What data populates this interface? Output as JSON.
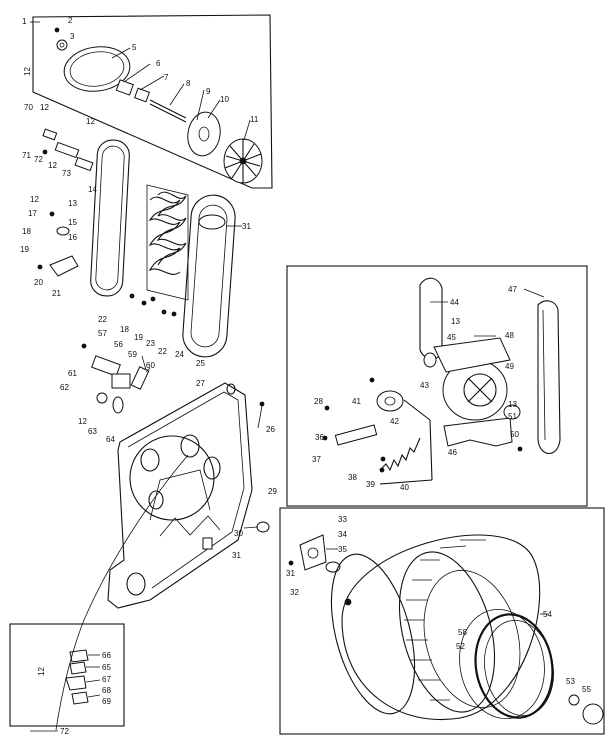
{
  "callouts": [
    {
      "id": "1",
      "text": "1"
    },
    {
      "id": "2",
      "text": "2"
    },
    {
      "id": "3",
      "text": "3"
    },
    {
      "id": "5",
      "text": "5"
    },
    {
      "id": "6",
      "text": "6"
    },
    {
      "id": "7",
      "text": "7"
    },
    {
      "id": "8",
      "text": "8"
    },
    {
      "id": "9",
      "text": "9"
    },
    {
      "id": "10",
      "text": "10"
    },
    {
      "id": "11",
      "text": "11"
    },
    {
      "id": "12a",
      "text": "12"
    },
    {
      "id": "70",
      "text": "70"
    },
    {
      "id": "12b",
      "text": "12"
    },
    {
      "id": "12c",
      "text": "12"
    },
    {
      "id": "71",
      "text": "71"
    },
    {
      "id": "72",
      "text": "72"
    },
    {
      "id": "12d",
      "text": "12"
    },
    {
      "id": "73",
      "text": "73"
    },
    {
      "id": "14",
      "text": "14"
    },
    {
      "id": "12e",
      "text": "12"
    },
    {
      "id": "13",
      "text": "13"
    },
    {
      "id": "17",
      "text": "17"
    },
    {
      "id": "15",
      "text": "15"
    },
    {
      "id": "18",
      "text": "18"
    },
    {
      "id": "16",
      "text": "16"
    },
    {
      "id": "19",
      "text": "19"
    },
    {
      "id": "20",
      "text": "20"
    },
    {
      "id": "21",
      "text": "21"
    },
    {
      "id": "31a",
      "text": "31"
    },
    {
      "id": "22a",
      "text": "22"
    },
    {
      "id": "18b",
      "text": "18"
    },
    {
      "id": "19b",
      "text": "19"
    },
    {
      "id": "22b",
      "text": "22"
    },
    {
      "id": "23",
      "text": "23"
    },
    {
      "id": "24",
      "text": "24"
    },
    {
      "id": "25",
      "text": "25"
    },
    {
      "id": "57",
      "text": "57"
    },
    {
      "id": "56",
      "text": "56"
    },
    {
      "id": "59",
      "text": "59"
    },
    {
      "id": "61",
      "text": "61"
    },
    {
      "id": "60",
      "text": "60"
    },
    {
      "id": "62",
      "text": "62"
    },
    {
      "id": "12f",
      "text": "12"
    },
    {
      "id": "63",
      "text": "63"
    },
    {
      "id": "64",
      "text": "64"
    },
    {
      "id": "27",
      "text": "27"
    },
    {
      "id": "26",
      "text": "26"
    },
    {
      "id": "30",
      "text": "30"
    },
    {
      "id": "31b",
      "text": "31"
    },
    {
      "id": "44",
      "text": "44"
    },
    {
      "id": "13b",
      "text": "13"
    },
    {
      "id": "45",
      "text": "45"
    },
    {
      "id": "48",
      "text": "48"
    },
    {
      "id": "47",
      "text": "47"
    },
    {
      "id": "49",
      "text": "49"
    },
    {
      "id": "41",
      "text": "41"
    },
    {
      "id": "43",
      "text": "43"
    },
    {
      "id": "28",
      "text": "28"
    },
    {
      "id": "42",
      "text": "42"
    },
    {
      "id": "36",
      "text": "36"
    },
    {
      "id": "13c",
      "text": "13"
    },
    {
      "id": "51",
      "text": "51"
    },
    {
      "id": "50",
      "text": "50"
    },
    {
      "id": "46",
      "text": "46"
    },
    {
      "id": "37",
      "text": "37"
    },
    {
      "id": "38",
      "text": "38"
    },
    {
      "id": "39",
      "text": "39"
    },
    {
      "id": "40",
      "text": "40"
    },
    {
      "id": "29",
      "text": "29"
    },
    {
      "id": "33",
      "text": "33"
    },
    {
      "id": "34",
      "text": "34"
    },
    {
      "id": "35",
      "text": "35"
    },
    {
      "id": "31c",
      "text": "31"
    },
    {
      "id": "32",
      "text": "32"
    },
    {
      "id": "54",
      "text": "54"
    },
    {
      "id": "58",
      "text": "58"
    },
    {
      "id": "52",
      "text": "52"
    },
    {
      "id": "53",
      "text": "53"
    },
    {
      "id": "55",
      "text": "55"
    },
    {
      "id": "66",
      "text": "66"
    },
    {
      "id": "65",
      "text": "65"
    },
    {
      "id": "12g",
      "text": "12"
    },
    {
      "id": "67",
      "text": "67"
    },
    {
      "id": "68",
      "text": "68"
    },
    {
      "id": "69",
      "text": "69"
    },
    {
      "id": "72b",
      "text": "72"
    }
  ]
}
